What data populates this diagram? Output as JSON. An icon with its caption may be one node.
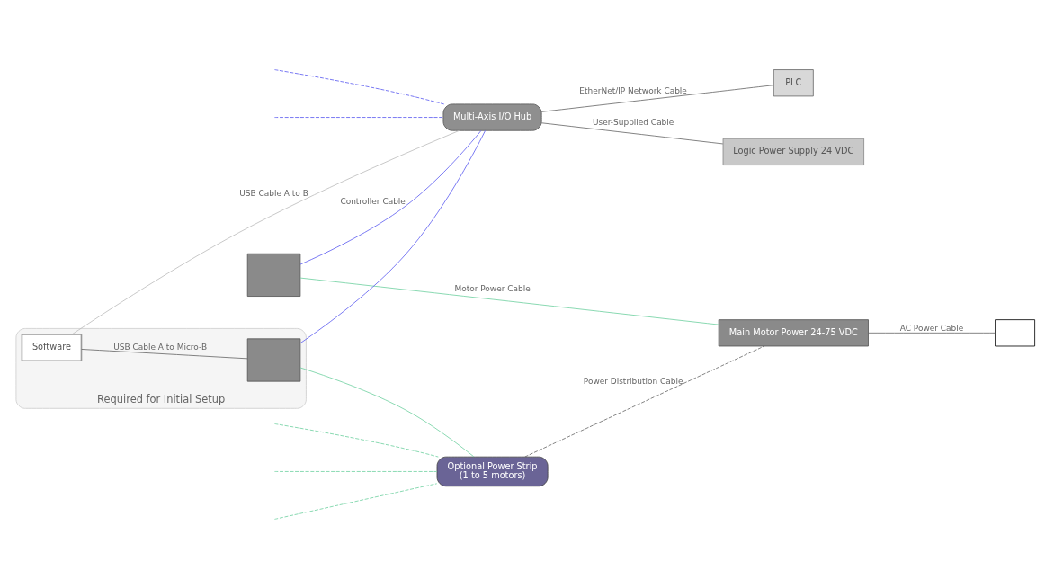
{
  "diagram": {
    "nodes": [
      {
        "text": [],
        "shape": "box"
      },
      {
        "text": [
          "Required for Initial Setup"
        ]
      },
      {
        "text": [],
        "shape": "box",
        "in": 1
      },
      {
        "text": [
          "Software"
        ],
        "in": 1
      },
      {
        "text": [
          "Multi-Axis I/O Hub"
        ]
      },
      {
        "text": [
          "PLC"
        ]
      },
      {
        "text": [
          "Logic Power Supply 24 VDC"
        ]
      },
      {
        "text": [
          "Optional Power Strip",
          "(1 to 5 motors)"
        ]
      },
      {
        "text": [
          "Main Motor Power 24-75 VDC"
        ]
      },
      {
        "text": [],
        "shape": "box"
      }
    ],
    "edges": [
      {
        "from": 0,
        "to": 4,
        "arrow": "none",
        "label": "Controller Cable",
        "color": "#5b5bf0"
      },
      {
        "from": null,
        "to": 4,
        "arrow": "none",
        "style": "dashed",
        "color": "#5b5bf0"
      },
      {
        "from": null,
        "to": 4,
        "arrow": "none",
        "style": "dashed",
        "color": "#5b5bf0"
      },
      {
        "from": 2,
        "to": 4,
        "arrow": "none",
        "color": "#5b5bf0"
      },
      {
        "from": 4,
        "to": 5,
        "arrow": "none",
        "label": "EtherNet/IP Network Cable"
      },
      {
        "from": 3,
        "to": 4,
        "arrow": "none",
        "label": "USB Cable A to B",
        "color": "#bbbbbb"
      },
      {
        "from": 3,
        "to": 2,
        "arrow": "none",
        "label": "USB Cable A to Micro-B"
      },
      {
        "from": 4,
        "to": 6,
        "arrow": "none",
        "label": "User-Supplied Cable"
      },
      {
        "from": 0,
        "to": 8,
        "arrow": "none",
        "label": "Motor Power Cable",
        "color": "#6fd0a0"
      },
      {
        "from": 2,
        "to": 7,
        "arrow": "none",
        "color": "#6fd0a0"
      },
      {
        "from": null,
        "to": 7,
        "arrow": "none",
        "style": "dashed",
        "color": "#6fd0a0"
      },
      {
        "from": null,
        "to": 7,
        "arrow": "none",
        "style": "dashed",
        "color": "#6fd0a0"
      },
      {
        "from": null,
        "to": 7,
        "arrow": "none",
        "style": "dashed",
        "color": "#6fd0a0"
      },
      {
        "from": 7,
        "to": 8,
        "arrow": "none",
        "label": "Power Distribution Cable",
        "style": "dashed"
      },
      {
        "from": 8,
        "to": 9,
        "arrow": "none",
        "label": "AC Power Cable"
      }
    ]
  }
}
